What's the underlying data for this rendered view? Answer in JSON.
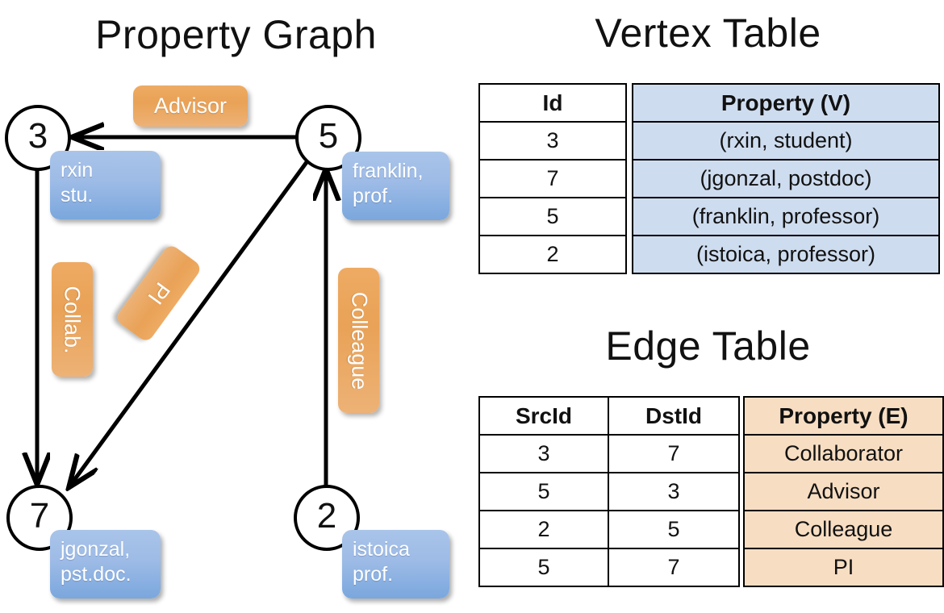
{
  "titles": {
    "property_graph": "Property Graph",
    "vertex_table": "Vertex Table",
    "edge_table": "Edge Table"
  },
  "graph": {
    "vertices": [
      {
        "id": "3",
        "property_line1": "rxin",
        "property_line2": "stu."
      },
      {
        "id": "5",
        "property_line1": "franklin,",
        "property_line2": "prof."
      },
      {
        "id": "7",
        "property_line1": "jgonzal,",
        "property_line2": "pst.doc."
      },
      {
        "id": "2",
        "property_line1": "istoica",
        "property_line2": "prof."
      }
    ],
    "edge_labels": [
      {
        "name": "advisor",
        "text": "Advisor"
      },
      {
        "name": "collab",
        "text": "Collab."
      },
      {
        "name": "pi",
        "text": "PI"
      },
      {
        "name": "colleague",
        "text": "Colleague"
      }
    ]
  },
  "vertex_table": {
    "headers": [
      "Id",
      "Property (V)"
    ],
    "rows": [
      {
        "id": "3",
        "property": "(rxin, student)"
      },
      {
        "id": "7",
        "property": "(jgonzal, postdoc)"
      },
      {
        "id": "5",
        "property": "(franklin, professor)"
      },
      {
        "id": "2",
        "property": "(istoica, professor)"
      }
    ]
  },
  "edge_table": {
    "headers": [
      "SrcId",
      "DstId",
      "Property (E)"
    ],
    "rows": [
      {
        "src": "3",
        "dst": "7",
        "property": "Collaborator"
      },
      {
        "src": "5",
        "dst": "3",
        "property": "Advisor"
      },
      {
        "src": "2",
        "dst": "5",
        "property": "Colleague"
      },
      {
        "src": "5",
        "dst": "7",
        "property": "PI"
      }
    ]
  },
  "colors": {
    "vertex_property_blue": "#9dbbe6",
    "edge_label_orange": "#e9a257",
    "vertex_table_cell": "#cedcef",
    "edge_table_cell": "#f7ddc2",
    "stroke": "#000000",
    "background": "#ffffff"
  }
}
